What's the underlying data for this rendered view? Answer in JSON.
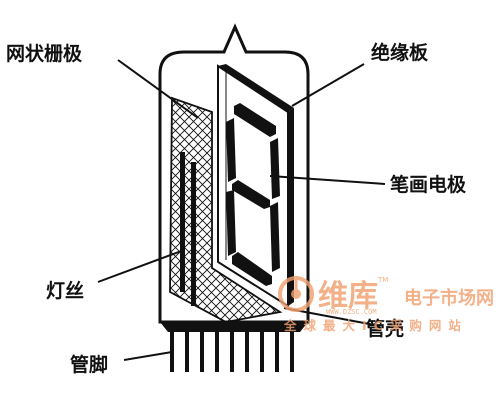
{
  "labels": {
    "grid": "网状栅极",
    "insulation": "绝缘板",
    "segment": "笔画电极",
    "filament": "灯丝",
    "shell": "管壳",
    "pins": "管脚"
  },
  "watermark": {
    "brand": "维库",
    "tagline": "电子市场网",
    "url": "WWW.DZSC.COM",
    "slogan": "全球最大IC采购网站",
    "tm": "TM",
    "color": "#f0a070"
  },
  "colors": {
    "ink": "#111111",
    "paper": "#ffffff"
  }
}
